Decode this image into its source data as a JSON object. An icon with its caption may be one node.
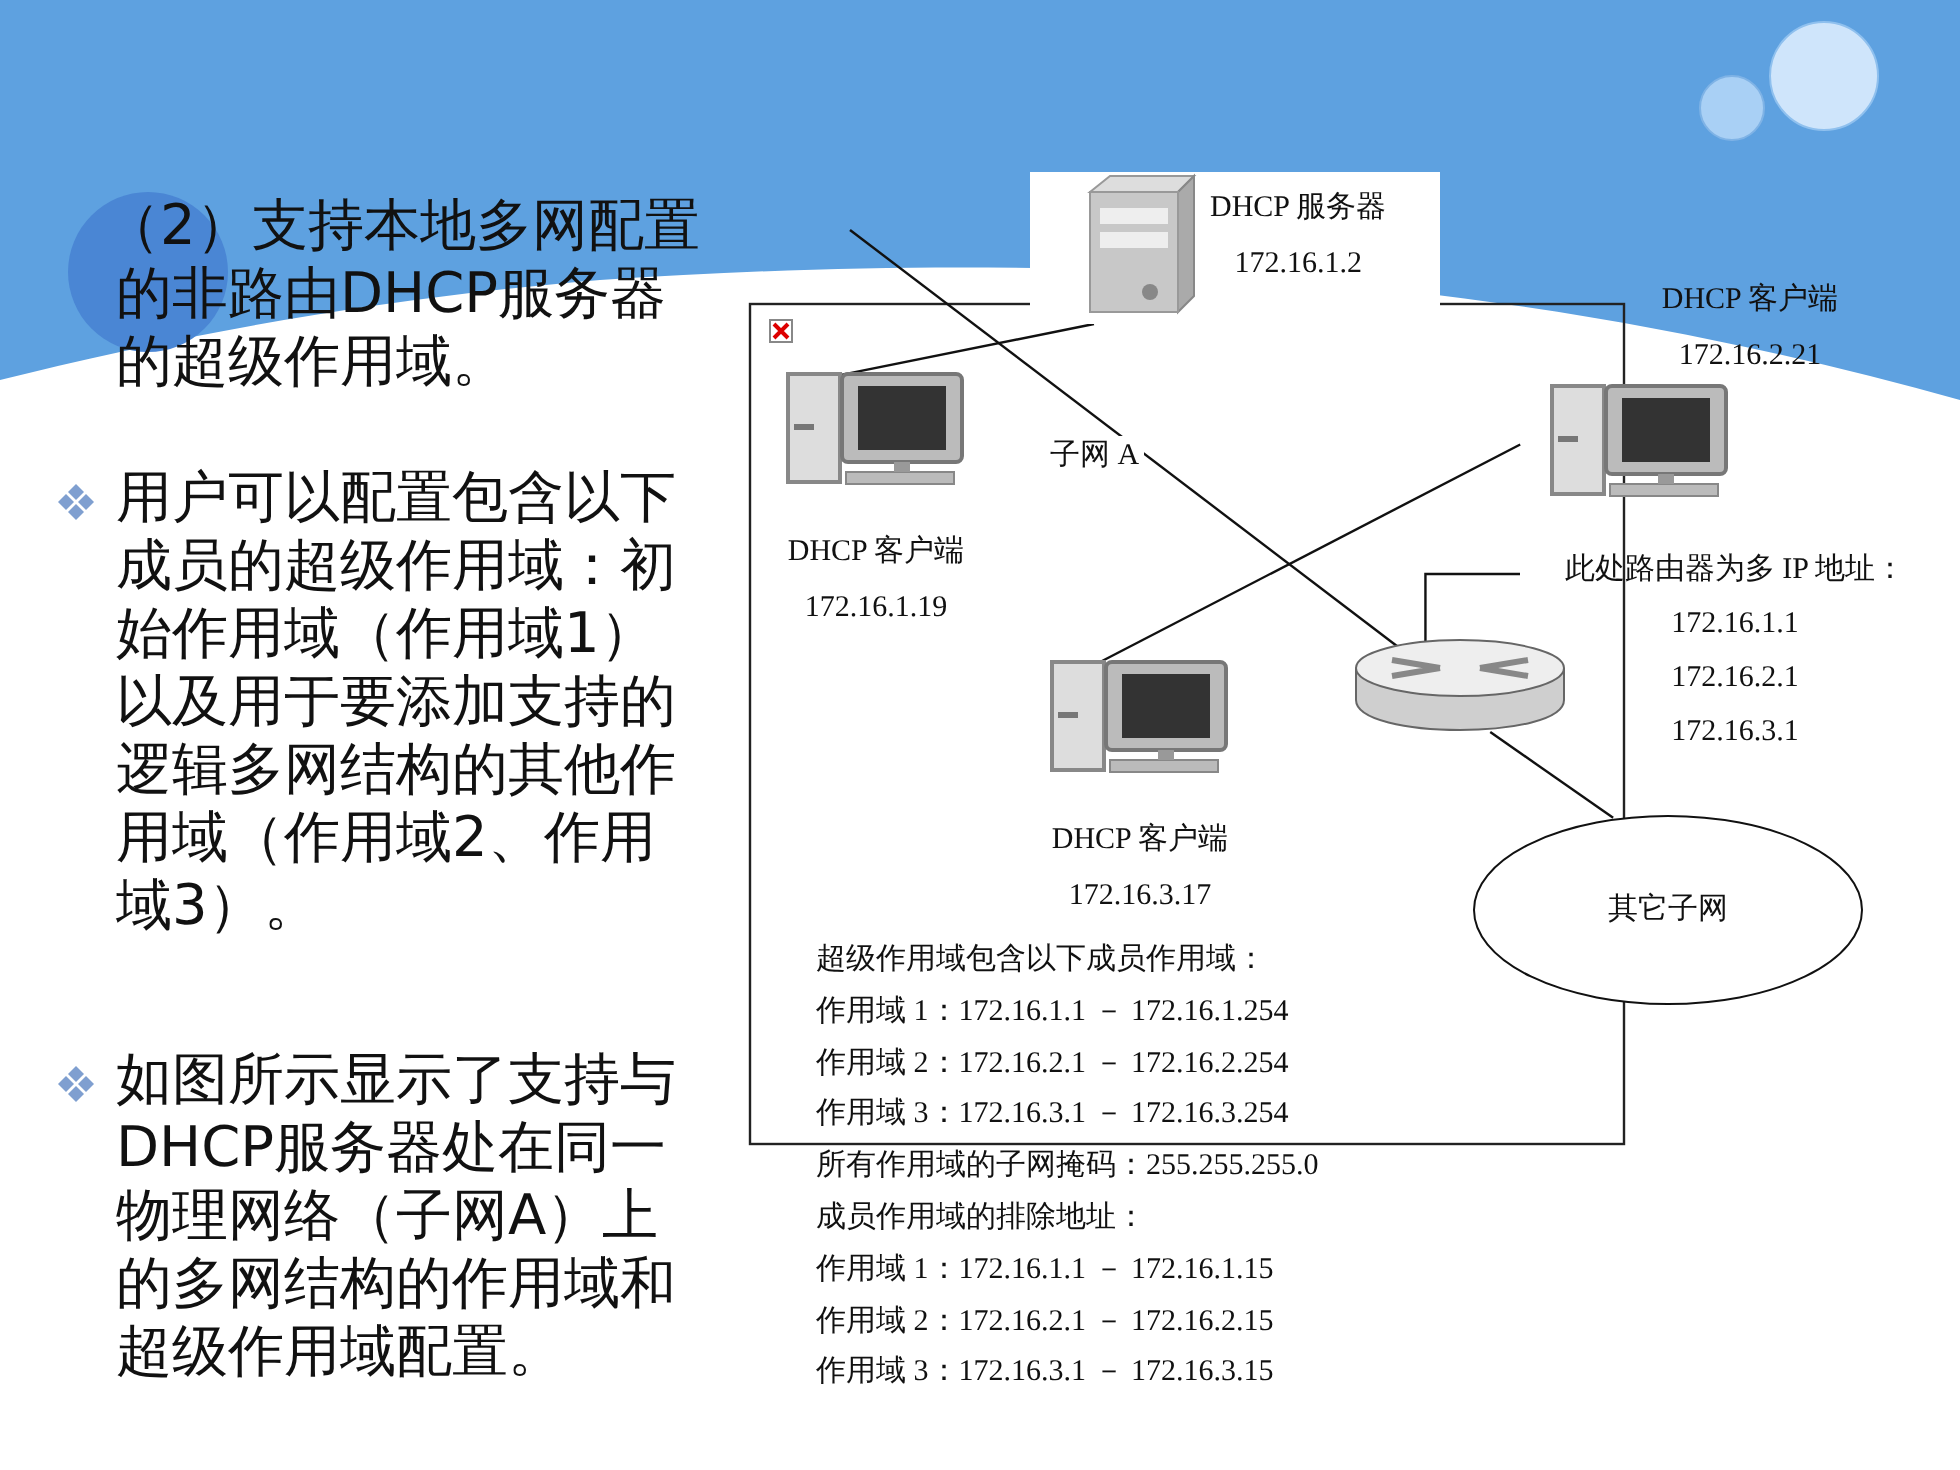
{
  "diagram": {
    "nodes": [
      {
        "text": [
          "DHCP 服务器",
          "172.16.1.2"
        ]
      },
      {
        "text": [
          "DHCP 客户端",
          "172.16.1.19"
        ]
      },
      {
        "text": [
          "DHCP 客户端",
          "172.16.2.21"
        ]
      },
      {
        "text": [
          "DHCP 客户端",
          "172.16.3.17"
        ]
      },
      {
        "text": [],
        "shape": "cylinder"
      },
      {
        "text": [
          "此处路由器为多 IP 地址：",
          "172.16.1.1",
          "172.16.2.1",
          "172.16.3.1"
        ]
      },
      {
        "text": [
          "其它子网"
        ]
      }
    ],
    "edges": [
      {
        "from": 0,
        "to": 1,
        "arrow": "none"
      },
      {
        "from": 3,
        "to": 2,
        "arrow": "none"
      },
      {
        "from": null,
        "to": 4,
        "arrow": "none",
        "label": "子网 A"
      },
      {
        "from": 5,
        "to": 4,
        "arrow": "none"
      },
      {
        "from": 4,
        "to": 6,
        "arrow": "none"
      }
    ],
    "labels": [
      "（2）支持本地多网配置的非路由DHCP服务器的超级作用域。",
      "用户可以配置包含以下成员的超级作用域：初始作用域（作用域1）以及用于要添加支持的逻辑多网结构的其他作用域（作用域2、作用域3）。",
      "如图所示显示了支持与DHCP服务器处在同一物理网络（子网A）上的多网结构的作用域和超级作用域配置。",
      "超级作用域包含以下成员作用域：",
      "作用域 1：172.16.1.1 － 172.16.1.254",
      "作用域 2：172.16.2.1 － 172.16.2.254",
      "作用域 3：172.16.3.1 － 172.16.3.254",
      "所有作用域的子网掩码：255.255.255.0",
      "成员作用域的排除地址：",
      "作用域 1：172.16.1.1 － 172.16.1.15",
      "作用域 2：172.16.2.1 － 172.16.2.15",
      "作用域 3：172.16.3.1 － 172.16.3.15"
    ]
  }
}
